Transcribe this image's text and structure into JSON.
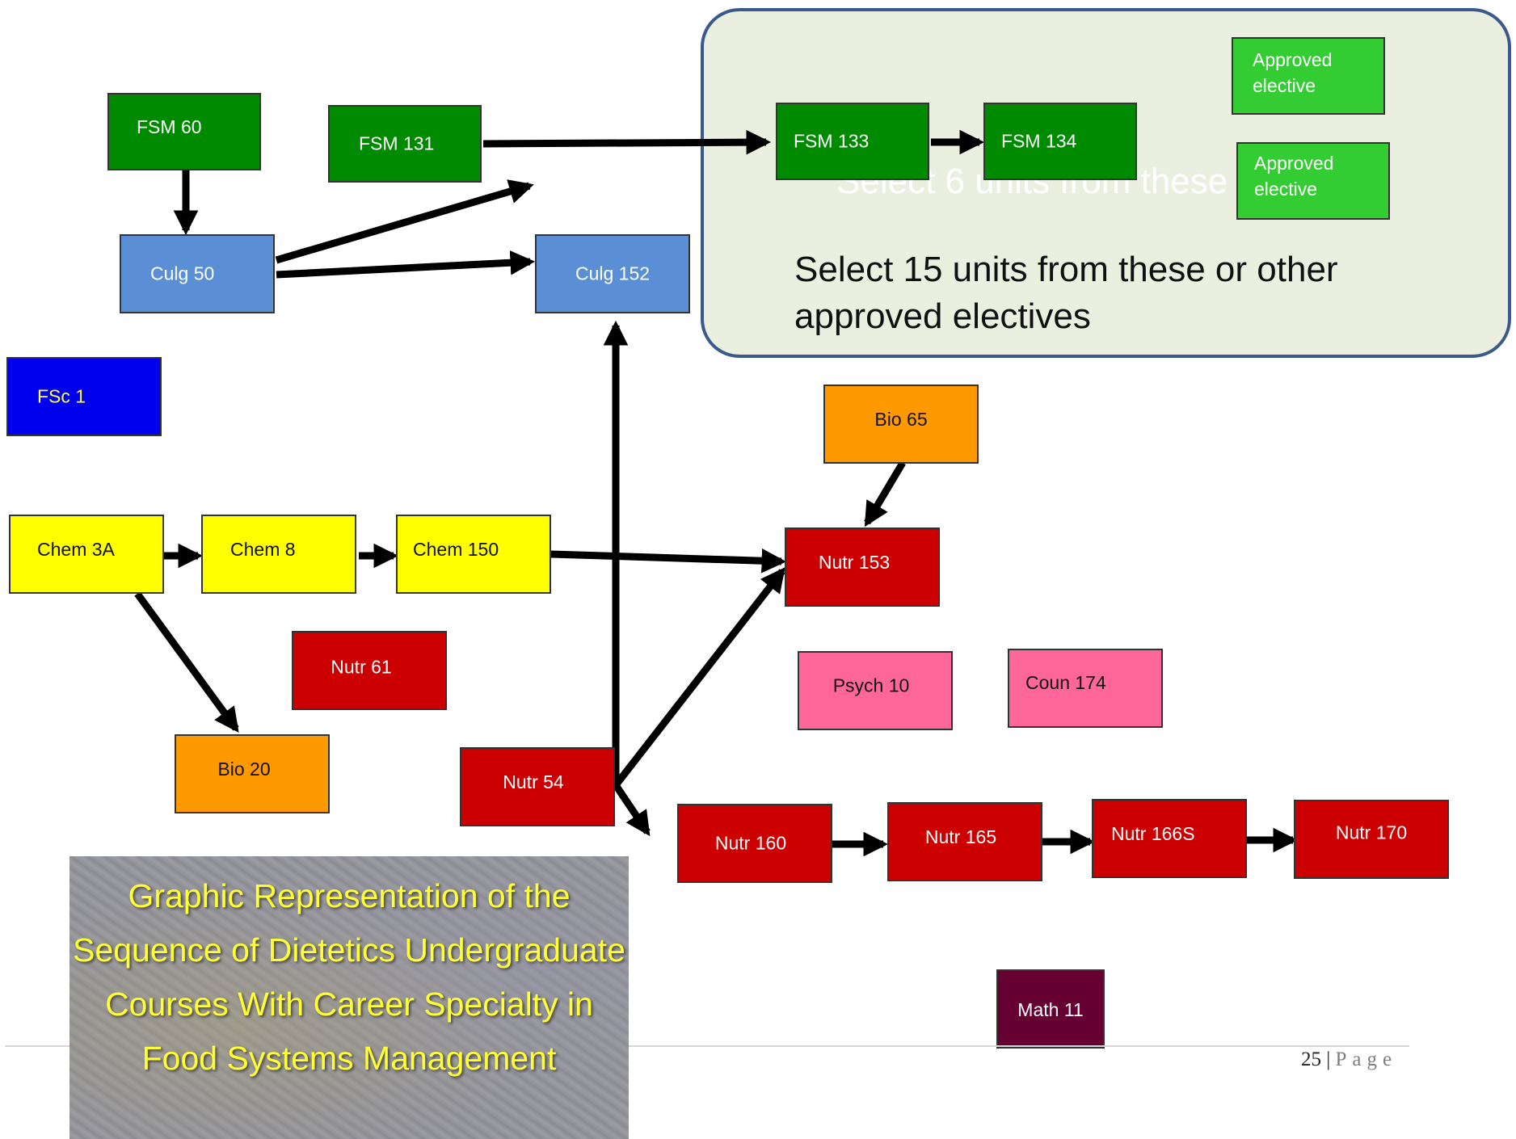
{
  "courses": {
    "fsm60": "FSM 60",
    "fsm131": "FSM 131",
    "fsm133": "FSM 133",
    "fsm134": "FSM 134",
    "elective1": "Approved elective",
    "elective2": "Approved elective",
    "culg50": "Culg 50",
    "culg152": "Culg 152",
    "fsc1": "FSc 1",
    "bio65": "Bio 65",
    "chem3a": "Chem 3A",
    "chem8": "Chem 8",
    "chem150": "Chem 150",
    "nutr153": "Nutr 153",
    "nutr61": "Nutr 61",
    "psych10": "Psych 10",
    "coun174": "Coun 174",
    "bio20": "Bio 20",
    "nutr54": "Nutr 54",
    "nutr160": "Nutr 160",
    "nutr165": "Nutr 165",
    "nutr166s": "Nutr 166S",
    "nutr170": "Nutr 170",
    "math11": "Math 11"
  },
  "panel": {
    "ghost_text": "Select 6 units from these",
    "instruction": "Select 15 units from these or other approved electives"
  },
  "title": "Graphic Representation of the Sequence of Dietetics Undergraduate Courses With Career Specialty in Food Systems Management",
  "footer": {
    "page_number": "25",
    "separator": " | ",
    "page_label": "Page"
  },
  "colors": {
    "fsm": "#008a00",
    "elective": "#33cc33",
    "culinary": "#5a8fd6",
    "food_science": "#0000ee",
    "chemistry": "#ffff00",
    "biology": "#ff9900",
    "nutrition": "#cc0000",
    "social_science": "#ff6699",
    "math": "#660033",
    "arrow": "#000000"
  }
}
